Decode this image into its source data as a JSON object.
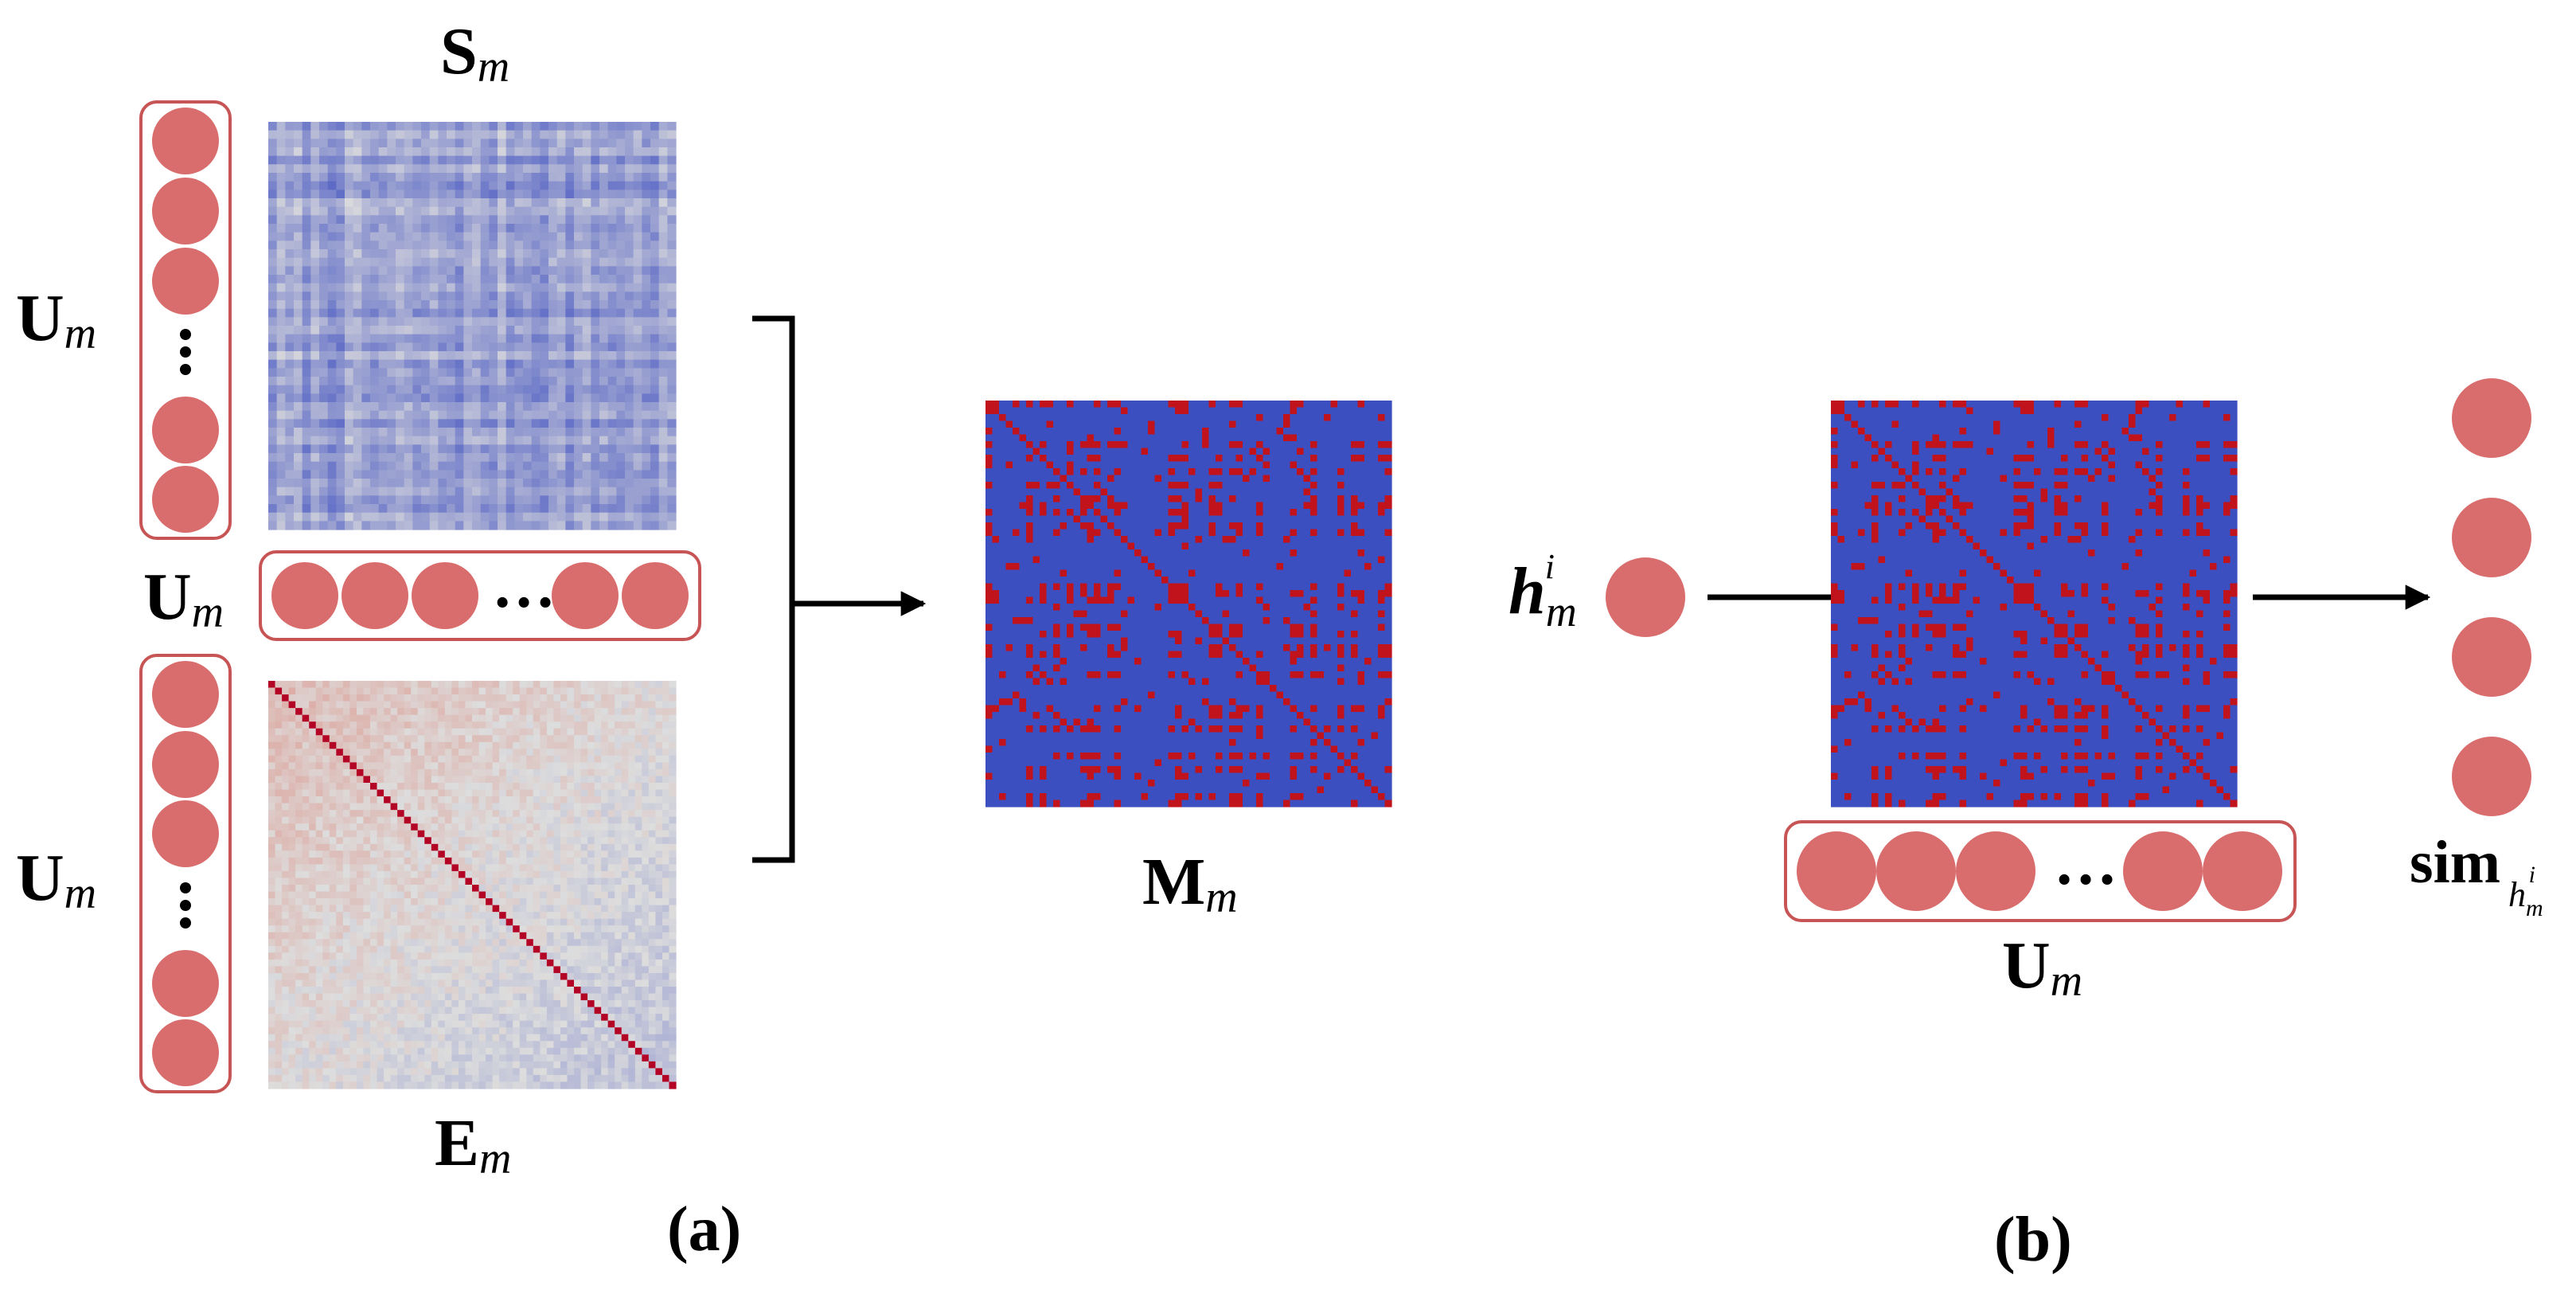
{
  "panel_a": {
    "caption": "(a)",
    "s_matrix": {
      "letter": "S",
      "sub": "m"
    },
    "e_matrix": {
      "letter": "E",
      "sub": "m"
    },
    "m_matrix": {
      "letter": "M",
      "sub": "m"
    },
    "u_labels": [
      {
        "letter": "U",
        "sub": "m"
      },
      {
        "letter": "U",
        "sub": "m"
      },
      {
        "letter": "U",
        "sub": "m"
      }
    ],
    "ellipsis": "…"
  },
  "panel_b": {
    "caption": "(b)",
    "h": {
      "letter": "h",
      "sub": "m",
      "sup": "i"
    },
    "u_label": {
      "letter": "U",
      "sub": "m"
    },
    "sim": {
      "word": "sim",
      "sub_letter": "h",
      "sub_sub": "m",
      "sub_sup": "i"
    },
    "ellipsis": "…"
  },
  "colors": {
    "node_fill": "#d96d6d",
    "node_border": "#c85555",
    "mask_blue": "#3c4fc1",
    "mask_red": "#c0131c",
    "arrow": "#000000"
  }
}
